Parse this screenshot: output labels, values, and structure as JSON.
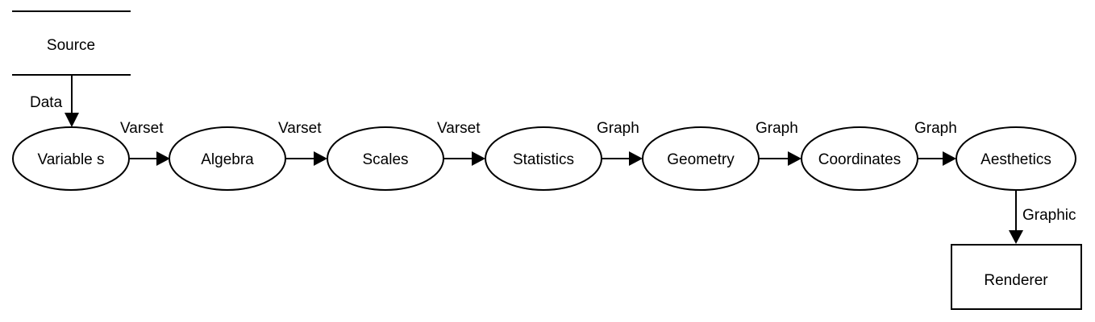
{
  "nodes": {
    "source": "Source",
    "variables": "Variable s",
    "algebra": "Algebra",
    "scales": "Scales",
    "statistics": "Statistics",
    "geometry": "Geometry",
    "coordinates": "Coordinates",
    "aesthetics": "Aesthetics",
    "renderer": "Renderer"
  },
  "edges": {
    "source_to_variables": "Data",
    "variables_to_algebra": "Varset",
    "algebra_to_scales": "Varset",
    "scales_to_statistics": "Varset",
    "statistics_to_geometry": "Graph",
    "geometry_to_coordinates": "Graph",
    "coordinates_to_aesthetics": "Graph",
    "aesthetics_to_renderer": "Graphic"
  }
}
